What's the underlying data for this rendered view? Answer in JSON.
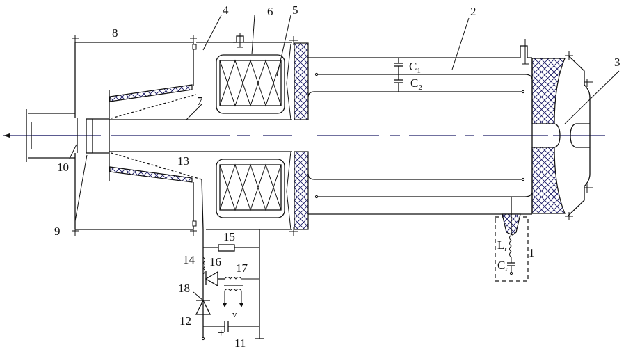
{
  "diagram": {
    "title": "",
    "labels": {
      "n1": "1",
      "n2": "2",
      "n3": "3",
      "n4": "4",
      "n5": "5",
      "n6": "6",
      "n7": "7",
      "n8": "8",
      "n9": "9",
      "n10": "10",
      "n11": "11",
      "n12": "12",
      "n13": "13",
      "n14": "14",
      "n15": "15",
      "n16": "16",
      "n17": "17",
      "n18": "18"
    },
    "components": {
      "c1": {
        "main": "C",
        "sub": "1"
      },
      "c2": {
        "main": "C",
        "sub": "2"
      },
      "lr": {
        "main": "L",
        "sub": "r"
      },
      "cr": {
        "main": "C",
        "sub": "r"
      },
      "v_label": "v",
      "plus_sign": "+"
    },
    "colors": {
      "line": "#111111",
      "axis": "#1a1a66",
      "hatch": "#1a1a66"
    }
  }
}
